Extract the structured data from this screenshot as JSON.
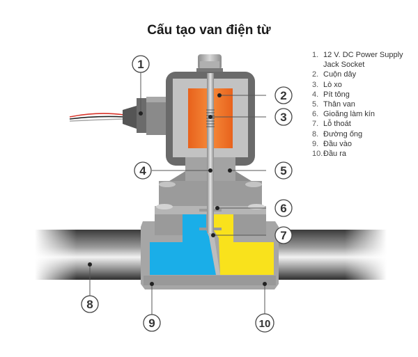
{
  "title": "Cấu tạo van điện từ",
  "legend": [
    {
      "num": "1.",
      "text": "12 V. DC Power Supply Jack Socket"
    },
    {
      "num": "2.",
      "text": "Cuộn dây"
    },
    {
      "num": "3.",
      "text": "Lò xo"
    },
    {
      "num": "4.",
      "text": "Pít tông"
    },
    {
      "num": "5.",
      "text": "Thân van"
    },
    {
      "num": "6.",
      "text": "Gioăng làm kín"
    },
    {
      "num": "7.",
      "text": "Lỗ thoát"
    },
    {
      "num": "8.",
      "text": "Đường ống"
    },
    {
      "num": "9.",
      "text": "Đầu vào"
    },
    {
      "num": "10.",
      "text": "Đầu ra"
    }
  ],
  "callouts": [
    {
      "label": "1",
      "part": "power-jack"
    },
    {
      "label": "2",
      "part": "coil"
    },
    {
      "label": "3",
      "part": "spring"
    },
    {
      "label": "4",
      "part": "plunger"
    },
    {
      "label": "5",
      "part": "valve-body"
    },
    {
      "label": "6",
      "part": "seal"
    },
    {
      "label": "7",
      "part": "orifice"
    },
    {
      "label": "8",
      "part": "pipe"
    },
    {
      "label": "9",
      "part": "inlet"
    },
    {
      "label": "10",
      "part": "outlet"
    }
  ],
  "colors": {
    "coil": "#f07a2a",
    "inlet_fluid": "#1aaee8",
    "outlet_fluid": "#f9e21c",
    "body": "#9a9a9a",
    "housing": "#6e6e6e"
  }
}
